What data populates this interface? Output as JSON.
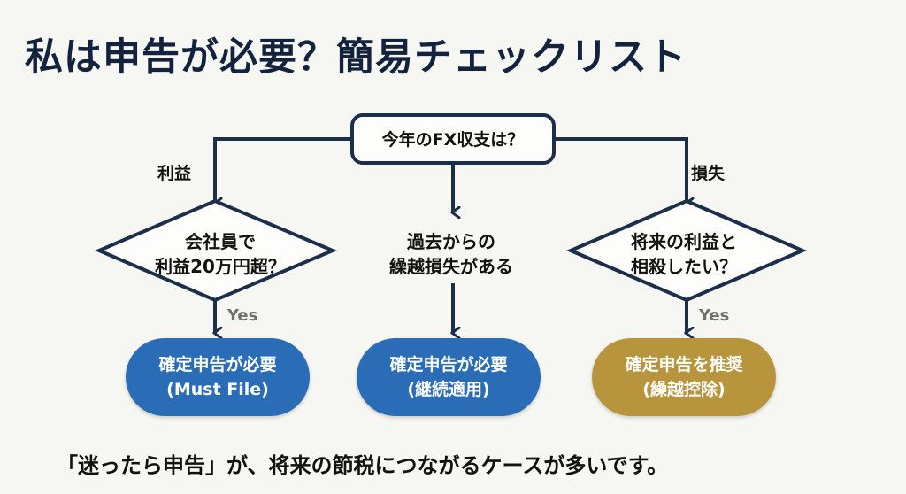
{
  "title": "私は申告が必要？簡易チェックリスト",
  "start_node": {
    "label": "今年のFX収支は？"
  },
  "branches": {
    "left": {
      "label": "利益"
    },
    "right": {
      "label": "損失"
    }
  },
  "decisions": {
    "left": {
      "line1": "会社員で",
      "line2": "利益20万円超？"
    },
    "middle": {
      "line1": "過去からの",
      "line2": "繰越損失がある"
    },
    "right": {
      "line1": "将来の利益と",
      "line2": "相殺したい？"
    }
  },
  "edge_labels": {
    "left_yes": "Yes",
    "right_yes": "Yes"
  },
  "outcomes": {
    "left": {
      "line1": "確定申告が必要",
      "line2": "(Must File)",
      "color": "#2a6cb5"
    },
    "middle": {
      "line1": "確定申告が必要",
      "line2": "(継続適用)",
      "color": "#2a6cb5"
    },
    "right": {
      "line1": "確定申告を推奨",
      "line2": "(繰越控除)",
      "color": "#b8953d"
    }
  },
  "footer": "「迷ったら申告」が、将来の節税につながるケースが多いです。",
  "colors": {
    "line": "#1c2e4a",
    "text": "#111111",
    "title": "#13233d",
    "background": "#f6f7f2"
  }
}
